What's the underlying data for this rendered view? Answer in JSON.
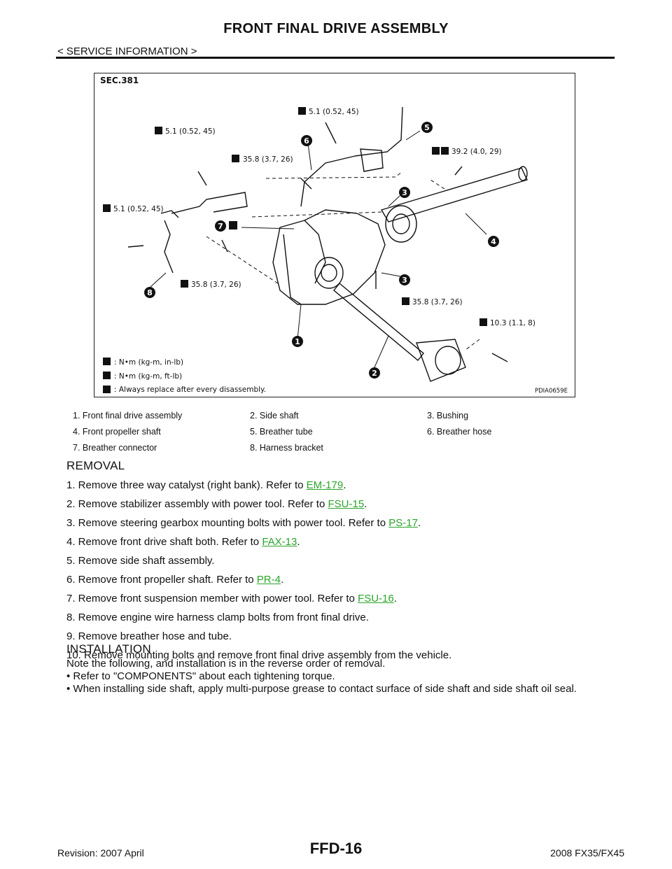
{
  "header": {
    "title": "FRONT FINAL DRIVE ASSEMBLY",
    "section": "< SERVICE INFORMATION >"
  },
  "figure": {
    "sec": "SEC.381",
    "code": "PDIA0659E",
    "torque_labels": {
      "t1": "5.1 (0.52, 45)",
      "t2": "5.1 (0.52, 45)",
      "t3": "35.8 (3.7, 26)",
      "t4": "39.2 (4.0, 29)",
      "t5": "5.1 (0.52, 45)",
      "t6": "35.8 (3.7, 26)",
      "t7": "35.8 (3.7, 26)",
      "t8": "10.3 (1.1, 8)"
    },
    "callouts": [
      "1",
      "2",
      "3",
      "3",
      "4",
      "5",
      "6",
      "7",
      "8"
    ],
    "legend": {
      "l1": ": N•m (kg-m, in-lb)",
      "l2": ": N•m (kg-m, ft-lb)",
      "l3": ": Always replace after every disassembly."
    }
  },
  "parts": [
    [
      "1. Front final drive assembly",
      "2. Side shaft",
      "3. Bushing"
    ],
    [
      "4. Front propeller shaft",
      "5. Breather tube",
      "6. Breather hose"
    ],
    [
      "7. Breather connector",
      "8. Harness bracket",
      ""
    ]
  ],
  "removal": {
    "heading": "REMOVAL",
    "steps": [
      {
        "text": "1. Remove three way catalyst (right bank). Refer to ",
        "link": "EM-179",
        "end": "."
      },
      {
        "text": "2. Remove stabilizer assembly with power tool. Refer to ",
        "link": "FSU-15",
        "end": "."
      },
      {
        "text": "3. Remove steering gearbox mounting bolts with power tool. Refer to ",
        "link": "PS-17",
        "end": "."
      },
      {
        "text": "4. Remove front drive shaft both. Refer to ",
        "link": "FAX-13",
        "end": "."
      },
      {
        "text": "5. Remove side shaft assembly.",
        "link": "",
        "end": ""
      },
      {
        "text": "6. Remove front propeller shaft. Refer to ",
        "link": "PR-4",
        "end": "."
      },
      {
        "text": "7. Remove front suspension member with power tool. Refer to ",
        "link": "FSU-16",
        "end": "."
      },
      {
        "text": "8. Remove engine wire harness clamp bolts from front final drive.",
        "link": "",
        "end": ""
      },
      {
        "text": "9. Remove breather hose and tube.",
        "link": "",
        "end": ""
      },
      {
        "text": "10. Remove mounting bolts and remove front final drive assembly from the vehicle.",
        "link": "",
        "end": ""
      }
    ]
  },
  "installation": {
    "heading": "INSTALLATION",
    "lines": [
      "Note the following, and installation is in the reverse order of removal.",
      "• Refer to \"COMPONENTS\" about each tightening torque.",
      "• When installing side shaft, apply multi-purpose grease to contact surface of side shaft and side shaft oil seal."
    ]
  },
  "footer": {
    "revision": "Revision: 2007 April",
    "page": "FFD-16",
    "model": "2008 FX35/FX45"
  }
}
